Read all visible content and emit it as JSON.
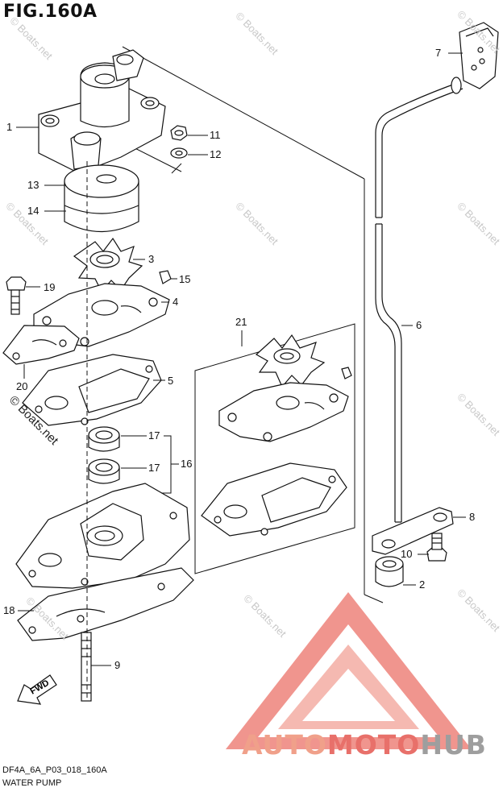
{
  "figure": {
    "title": "FIG.160A",
    "code": "DF4A_6A_P03_018_160A",
    "caption": "WATER PUMP"
  },
  "watermark": "© Boats.net",
  "brand": {
    "part1": "AUTO",
    "part2": "MOTO",
    "part3": "HUB",
    "colors": {
      "auto": "#f0a08a",
      "moto": "#e8706a",
      "hub": "#9e9e9e",
      "logo": "#e85a4f"
    }
  },
  "fwd_label": "FWD",
  "callouts": [
    "1",
    "11",
    "12",
    "13",
    "14",
    "3",
    "15",
    "19",
    "4",
    "20",
    "5",
    "17",
    "17",
    "16",
    "18",
    "9",
    "7",
    "6",
    "21",
    "8",
    "10",
    "2"
  ]
}
